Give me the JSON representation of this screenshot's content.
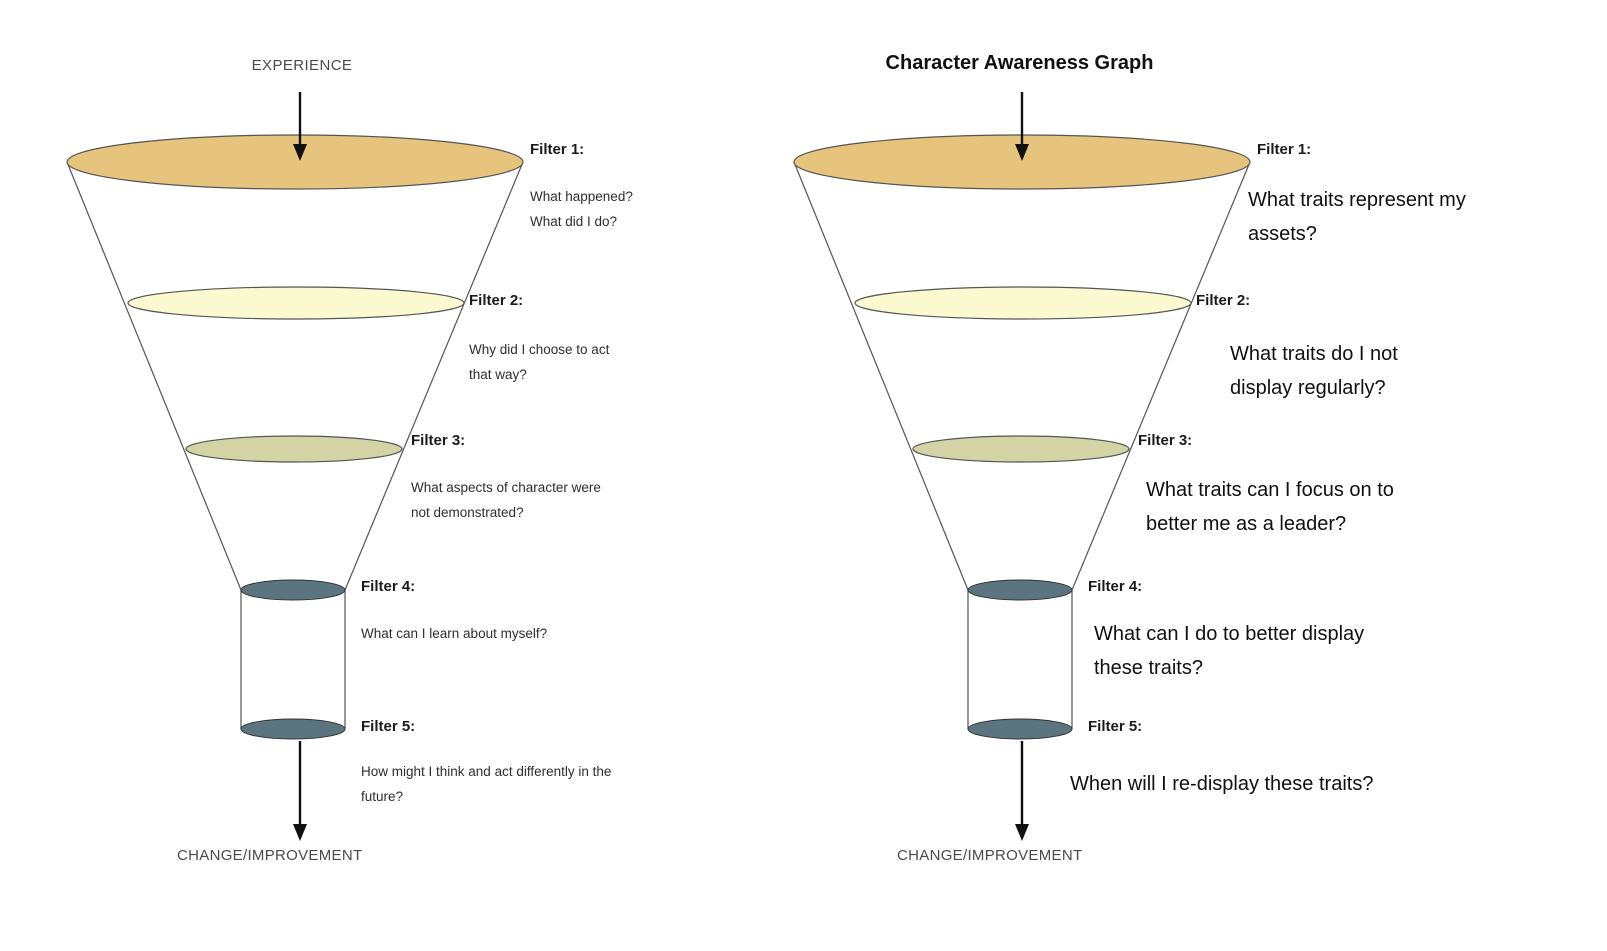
{
  "colors": {
    "filter1_fill": "#E7C47E",
    "filter2_fill": "#FBF9CF",
    "filter3_fill": "#D3D4A5",
    "filter45_fill": "#5C7380",
    "outline": "#4a4a4a",
    "arrow": "#111111"
  },
  "left_funnel": {
    "top_label": "EXPERIENCE",
    "bottom_label": "CHANGE/IMPROVEMENT",
    "filters": [
      {
        "label": "Filter 1:",
        "question": "What happened? What did I do?"
      },
      {
        "label": "Filter 2:",
        "question": "Why did I choose to act that way?"
      },
      {
        "label": "Filter 3:",
        "question": "What aspects of character were not demonstrated?"
      },
      {
        "label": "Filter 4:",
        "question": "What can I learn about myself?"
      },
      {
        "label": "Filter 5:",
        "question": "How might I think and act differently in the future?"
      }
    ]
  },
  "right_funnel": {
    "title": "Character Awareness Graph",
    "bottom_label": "CHANGE/IMPROVEMENT",
    "filters": [
      {
        "label": "Filter 1:",
        "question": "What traits represent my assets?"
      },
      {
        "label": "Filter 2:",
        "question": "What traits do I not display regularly?"
      },
      {
        "label": "Filter 3:",
        "question": "What traits can I focus on to better me as a leader?"
      },
      {
        "label": "Filter 4:",
        "question": "What can I do to better display these traits?"
      },
      {
        "label": "Filter 5:",
        "question": "When will I re-display these traits?"
      }
    ]
  }
}
